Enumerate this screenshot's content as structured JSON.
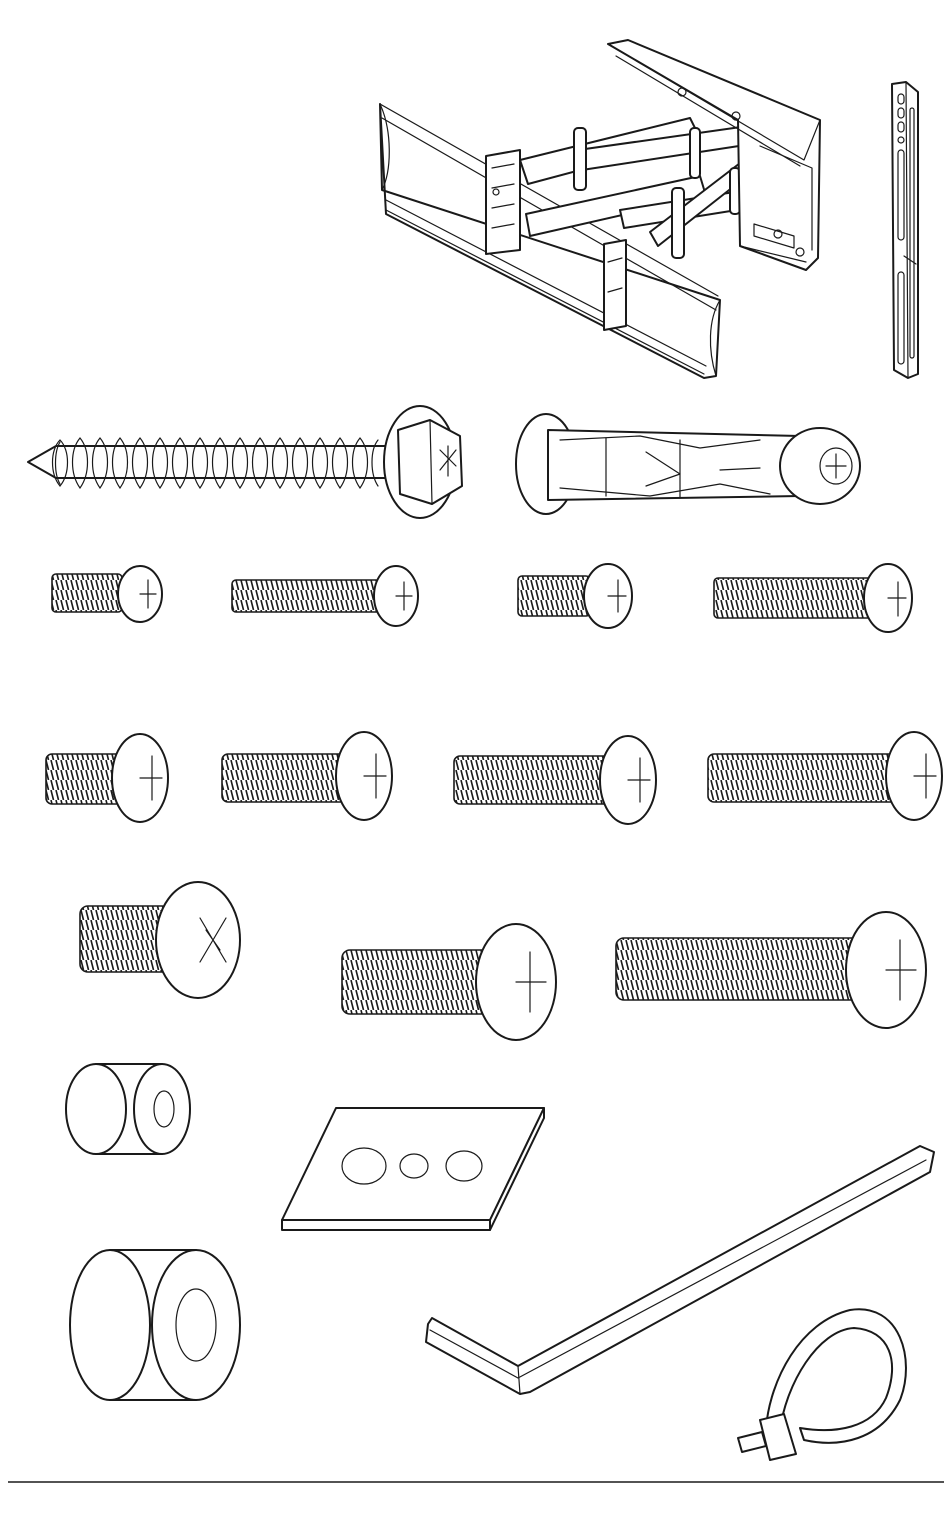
{
  "figure": {
    "type": "hardware parts illustration",
    "background": "#ffffff",
    "line_color": "#1a1a1a"
  },
  "parts": [
    {
      "name": "articulating-wall-mount-arm"
    },
    {
      "name": "vertical-tv-bracket"
    },
    {
      "name": "lag-bolt"
    },
    {
      "name": "wall-anchor"
    },
    {
      "name": "machine-screw",
      "count": 4
    },
    {
      "name": "machine-screw",
      "count": 4
    },
    {
      "name": "machine-screw",
      "count": 3
    },
    {
      "name": "spacer-small"
    },
    {
      "name": "spacer-large"
    },
    {
      "name": "anchor-plate"
    },
    {
      "name": "hex-key"
    },
    {
      "name": "cable-tie"
    }
  ]
}
